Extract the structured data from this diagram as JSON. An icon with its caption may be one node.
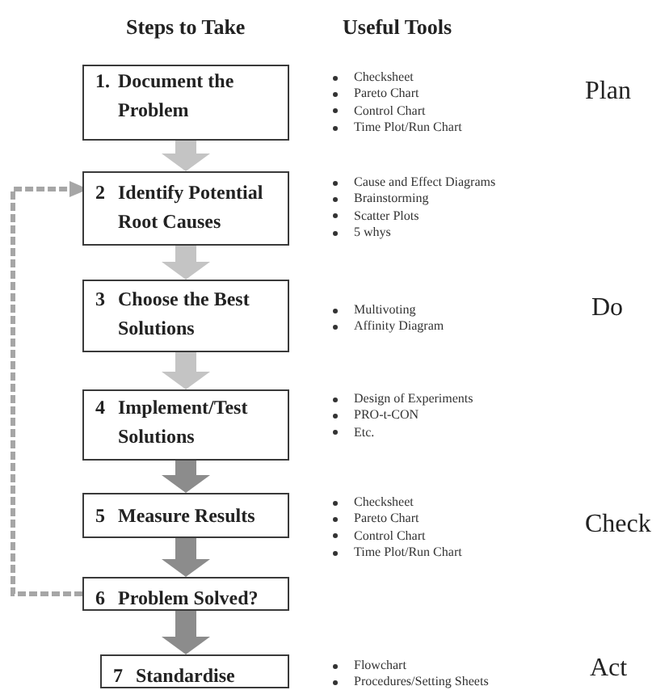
{
  "diagram": {
    "nodes": [
      {
        "text": [
          "1.",
          "Document the Problem"
        ],
        "beside": [
          "Checksheet",
          "Pareto Chart",
          "Control Chart",
          "Time Plot/Run Chart"
        ]
      },
      {
        "text": [
          "2",
          "Identify Potential Root Causes"
        ],
        "beside": [
          "Cause and Effect Diagrams",
          "Brainstorming",
          "Scatter Plots",
          "5 whys"
        ]
      },
      {
        "text": [
          "3",
          "Choose the Best Solutions"
        ],
        "beside": [
          "Multivoting",
          "Affinity Diagram"
        ]
      },
      {
        "text": [
          "4",
          "Implement/Test Solutions"
        ],
        "beside": [
          "Design of Experiments",
          "PRO-t-CON",
          "Etc."
        ]
      },
      {
        "text": [
          "5",
          "Measure Results"
        ],
        "beside": [
          "Checksheet",
          "Pareto Chart",
          "Control Chart",
          "Time Plot/Run Chart"
        ]
      },
      {
        "text": [
          "6",
          "Problem Solved?"
        ]
      },
      {
        "text": [
          "7",
          "Standardise"
        ],
        "beside": [
          "Flowchart",
          "Procedures/Setting Sheets"
        ]
      }
    ],
    "edges": [
      {
        "from": 0,
        "to": 1,
        "arrow": "to",
        "color": "#c4c4c4"
      },
      {
        "from": 1,
        "to": 2,
        "arrow": "to",
        "color": "#c4c4c4"
      },
      {
        "from": 2,
        "to": 3,
        "arrow": "to",
        "color": "#c4c4c4"
      },
      {
        "from": 3,
        "to": 4,
        "arrow": "to"
      },
      {
        "from": 4,
        "to": 5,
        "arrow": "to"
      },
      {
        "from": 5,
        "to": 6,
        "arrow": "to"
      },
      {
        "from": 5,
        "to": 1,
        "arrow": "to",
        "style": "dashed",
        "color": "#a6a6a6"
      }
    ],
    "labels": [
      "Steps to Take",
      "Useful Tools",
      "Plan",
      "Do",
      "Check",
      "Act"
    ]
  }
}
